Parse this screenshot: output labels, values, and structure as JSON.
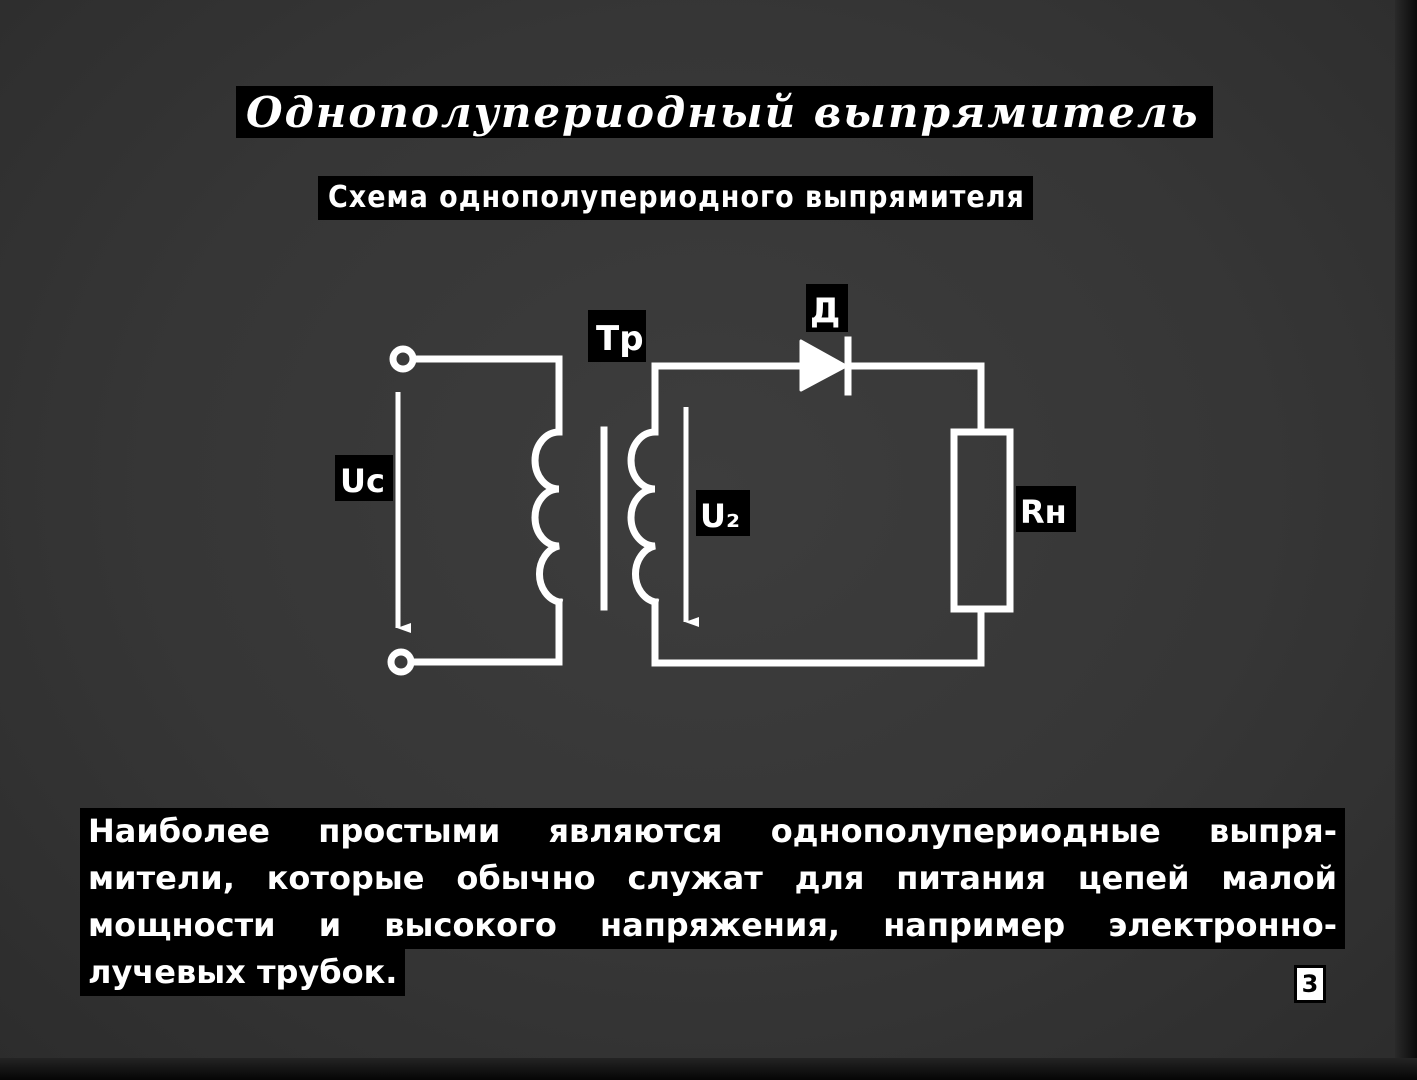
{
  "title": "Однополупериодный выпрямитель",
  "subtitle": "Схема однополупериодного выпрямителя",
  "diagram": {
    "labels": {
      "transformer": "Тр",
      "diode": "Д",
      "input_voltage": "Uс",
      "secondary_voltage": "U₂",
      "load_resistor": "Rн"
    }
  },
  "caption": {
    "lines": [
      "Наиболее простыми являются однополупериодные выпря-",
      "мители, которые обычно служат для питания цепей малой",
      "мощности и высокого напряжения, например электронно-",
      "лучевых трубок."
    ]
  },
  "page_number": "3"
}
